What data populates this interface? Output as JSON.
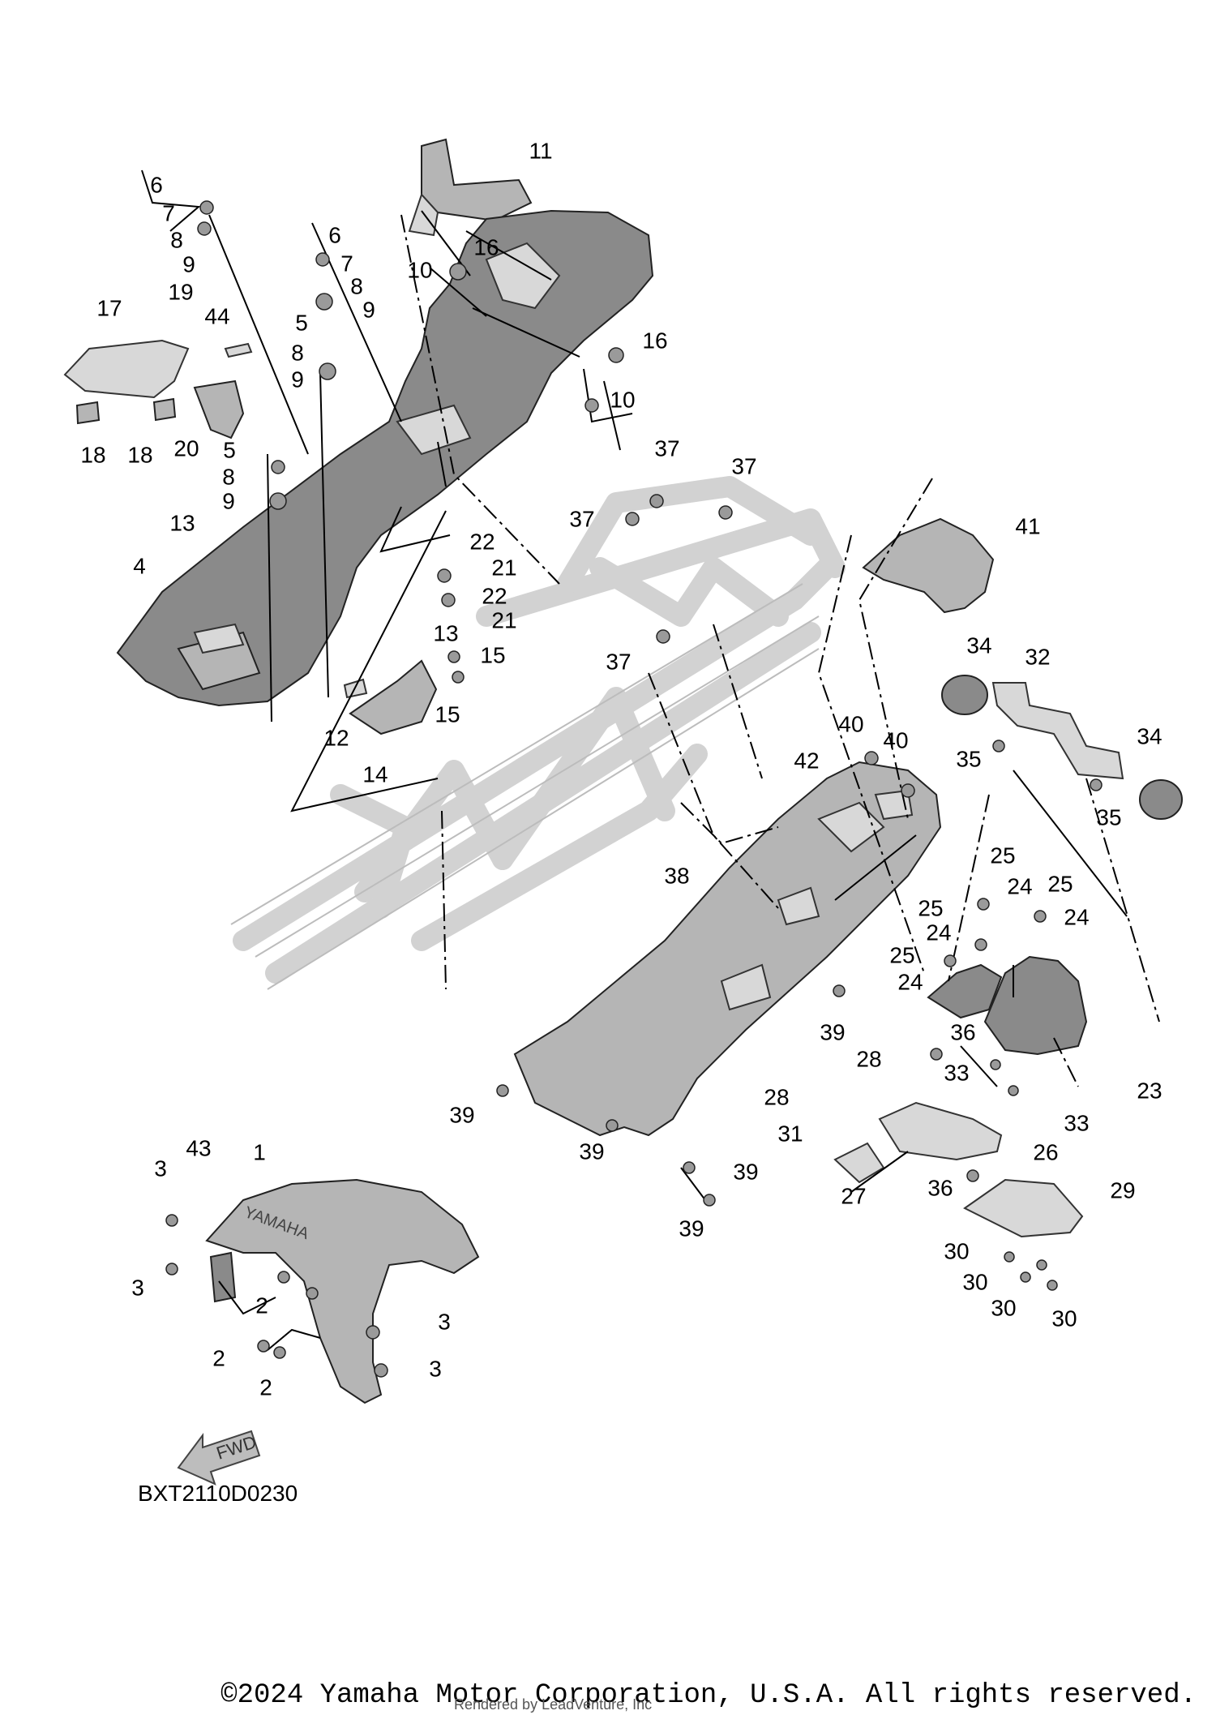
{
  "diagram_code": "BXT2110D0230",
  "copyright": "©2024 Yamaha Motor Corporation, U.S.A. All rights reserved.",
  "watermark": "Rendered by LeadVenture, Inc",
  "fender_badge": "YAMAHA",
  "fwd_label": "FWD",
  "callouts": [
    {
      "id": "c6a",
      "label": "6"
    },
    {
      "id": "c7a",
      "label": "7"
    },
    {
      "id": "c8a",
      "label": "8"
    },
    {
      "id": "c9a",
      "label": "9"
    },
    {
      "id": "c17",
      "label": "17"
    },
    {
      "id": "c19",
      "label": "19"
    },
    {
      "id": "c18a",
      "label": "18"
    },
    {
      "id": "c18b",
      "label": "18"
    },
    {
      "id": "c44",
      "label": "44"
    },
    {
      "id": "c20",
      "label": "20"
    },
    {
      "id": "c6b",
      "label": "6"
    },
    {
      "id": "c7b",
      "label": "7"
    },
    {
      "id": "c8b",
      "label": "8"
    },
    {
      "id": "c9b",
      "label": "9"
    },
    {
      "id": "c5a",
      "label": "5"
    },
    {
      "id": "c8c",
      "label": "8"
    },
    {
      "id": "c9c",
      "label": "9"
    },
    {
      "id": "c5b",
      "label": "5"
    },
    {
      "id": "c8d",
      "label": "8"
    },
    {
      "id": "c9d",
      "label": "9"
    },
    {
      "id": "c13a",
      "label": "13"
    },
    {
      "id": "c4",
      "label": "4"
    },
    {
      "id": "c11",
      "label": "11"
    },
    {
      "id": "c10a",
      "label": "10"
    },
    {
      "id": "c16a",
      "label": "16"
    },
    {
      "id": "c16b",
      "label": "16"
    },
    {
      "id": "c10b",
      "label": "10"
    },
    {
      "id": "c22a",
      "label": "22"
    },
    {
      "id": "c21a",
      "label": "21"
    },
    {
      "id": "c22b",
      "label": "22"
    },
    {
      "id": "c21b",
      "label": "21"
    },
    {
      "id": "c13b",
      "label": "13"
    },
    {
      "id": "c15a",
      "label": "15"
    },
    {
      "id": "c15b",
      "label": "15"
    },
    {
      "id": "c12",
      "label": "12"
    },
    {
      "id": "c14",
      "label": "14"
    },
    {
      "id": "c37a",
      "label": "37"
    },
    {
      "id": "c37b",
      "label": "37"
    },
    {
      "id": "c37c",
      "label": "37"
    },
    {
      "id": "c37d",
      "label": "37"
    },
    {
      "id": "c41",
      "label": "41"
    },
    {
      "id": "c34a",
      "label": "34"
    },
    {
      "id": "c32",
      "label": "32"
    },
    {
      "id": "c35a",
      "label": "35"
    },
    {
      "id": "c34b",
      "label": "34"
    },
    {
      "id": "c35b",
      "label": "35"
    },
    {
      "id": "c40a",
      "label": "40"
    },
    {
      "id": "c40b",
      "label": "40"
    },
    {
      "id": "c42",
      "label": "42"
    },
    {
      "id": "c38",
      "label": "38"
    },
    {
      "id": "c25a",
      "label": "25"
    },
    {
      "id": "c24a",
      "label": "24"
    },
    {
      "id": "c25b",
      "label": "25"
    },
    {
      "id": "c24b",
      "label": "24"
    },
    {
      "id": "c25c",
      "label": "25"
    },
    {
      "id": "c24c",
      "label": "24"
    },
    {
      "id": "c25d",
      "label": "25"
    },
    {
      "id": "c24d",
      "label": "24"
    },
    {
      "id": "c39a",
      "label": "39"
    },
    {
      "id": "c36a",
      "label": "36"
    },
    {
      "id": "c33a",
      "label": "33"
    },
    {
      "id": "c23",
      "label": "23"
    },
    {
      "id": "c33b",
      "label": "33"
    },
    {
      "id": "c28a",
      "label": "28"
    },
    {
      "id": "c28b",
      "label": "28"
    },
    {
      "id": "c31",
      "label": "31"
    },
    {
      "id": "c26",
      "label": "26"
    },
    {
      "id": "c27",
      "label": "27"
    },
    {
      "id": "c36b",
      "label": "36"
    },
    {
      "id": "c29",
      "label": "29"
    },
    {
      "id": "c39b",
      "label": "39"
    },
    {
      "id": "c39c",
      "label": "39"
    },
    {
      "id": "c39d",
      "label": "39"
    },
    {
      "id": "c39e",
      "label": "39"
    },
    {
      "id": "c30a",
      "label": "30"
    },
    {
      "id": "c30b",
      "label": "30"
    },
    {
      "id": "c30c",
      "label": "30"
    },
    {
      "id": "c30d",
      "label": "30"
    },
    {
      "id": "c1",
      "label": "1"
    },
    {
      "id": "c43",
      "label": "43"
    },
    {
      "id": "c3a",
      "label": "3"
    },
    {
      "id": "c3b",
      "label": "3"
    },
    {
      "id": "c2a",
      "label": "2"
    },
    {
      "id": "c2b",
      "label": "2"
    },
    {
      "id": "c2c",
      "label": "2"
    },
    {
      "id": "c3c",
      "label": "3"
    },
    {
      "id": "c3d",
      "label": "3"
    }
  ]
}
